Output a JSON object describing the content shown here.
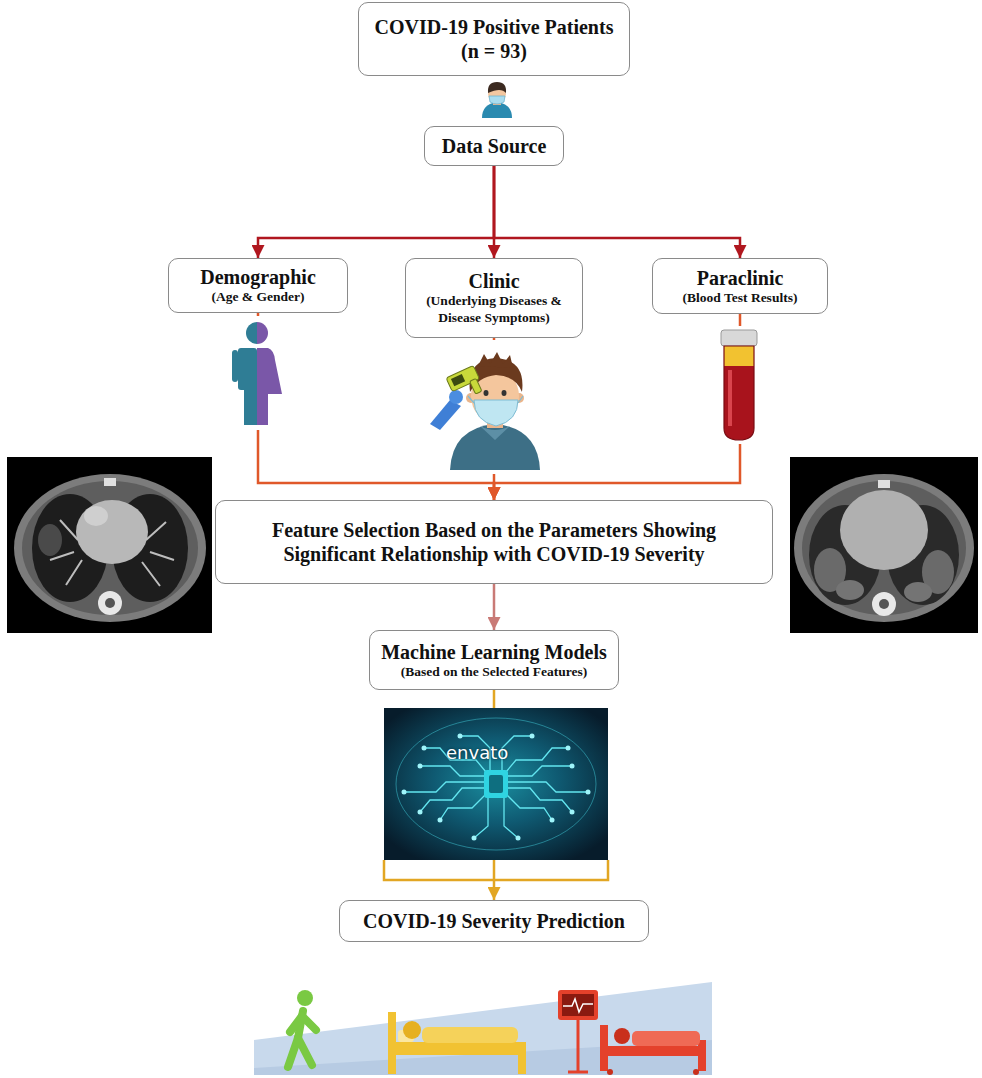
{
  "diagram": {
    "nodes": [
      {
        "text": [
          "COVID-19 Positive Patients (n = 93)"
        ]
      },
      {
        "text": [
          "Data Source"
        ]
      },
      {
        "text": [
          "Demographic",
          "(Age & Gender)"
        ]
      },
      {
        "text": [
          "Clinic",
          "(Underlying Diseases & Disease Symptoms)"
        ]
      },
      {
        "text": [
          "Paraclinic",
          "(Blood Test Results)"
        ]
      },
      {
        "text": [
          "Feature Selection Based on the Parameters Showing Significant Relationship with COVID-19 Severity"
        ]
      },
      {
        "text": [
          "Machine Learning Models",
          "(Based on the Selected Features)"
        ]
      },
      {
        "text": [
          "COVID-19 Severity Prediction"
        ]
      }
    ],
    "edges": [
      {
        "from": 1,
        "to": 2,
        "arrow": "to"
      },
      {
        "from": 1,
        "to": 3,
        "arrow": "to"
      },
      {
        "from": 1,
        "to": 4,
        "arrow": "to"
      },
      {
        "from": 2,
        "to": 5,
        "arrow": "to"
      },
      {
        "from": 3,
        "to": 5,
        "arrow": "to"
      },
      {
        "from": 4,
        "to": 5,
        "arrow": "to"
      },
      {
        "from": 5,
        "to": 6,
        "arrow": "to"
      },
      {
        "from": 6,
        "to": 7,
        "arrow": "to"
      }
    ],
    "labels": [
      "envato"
    ]
  }
}
